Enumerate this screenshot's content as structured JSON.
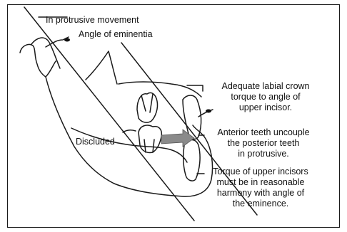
{
  "figure": {
    "labels": {
      "protrusive": "In protrusive movement",
      "eminentia": "Angle of eminentia",
      "torque_1": "Adequate labial crown",
      "torque_2": "torque to angle of",
      "torque_3": "upper incisor.",
      "uncouple_1": "Anterior teeth uncouple",
      "uncouple_2": "the posterior teeth",
      "uncouple_3": "in protrusive.",
      "discluded": "Discluded",
      "harmony_1": "Torque of upper incisors",
      "harmony_2": "must be in reasonable",
      "harmony_3": "harmony with angle of",
      "harmony_4": "the eminence."
    },
    "colors": {
      "ink": "#111111",
      "arrow": "#8a8a8a",
      "line": "#1a1a1a"
    }
  }
}
